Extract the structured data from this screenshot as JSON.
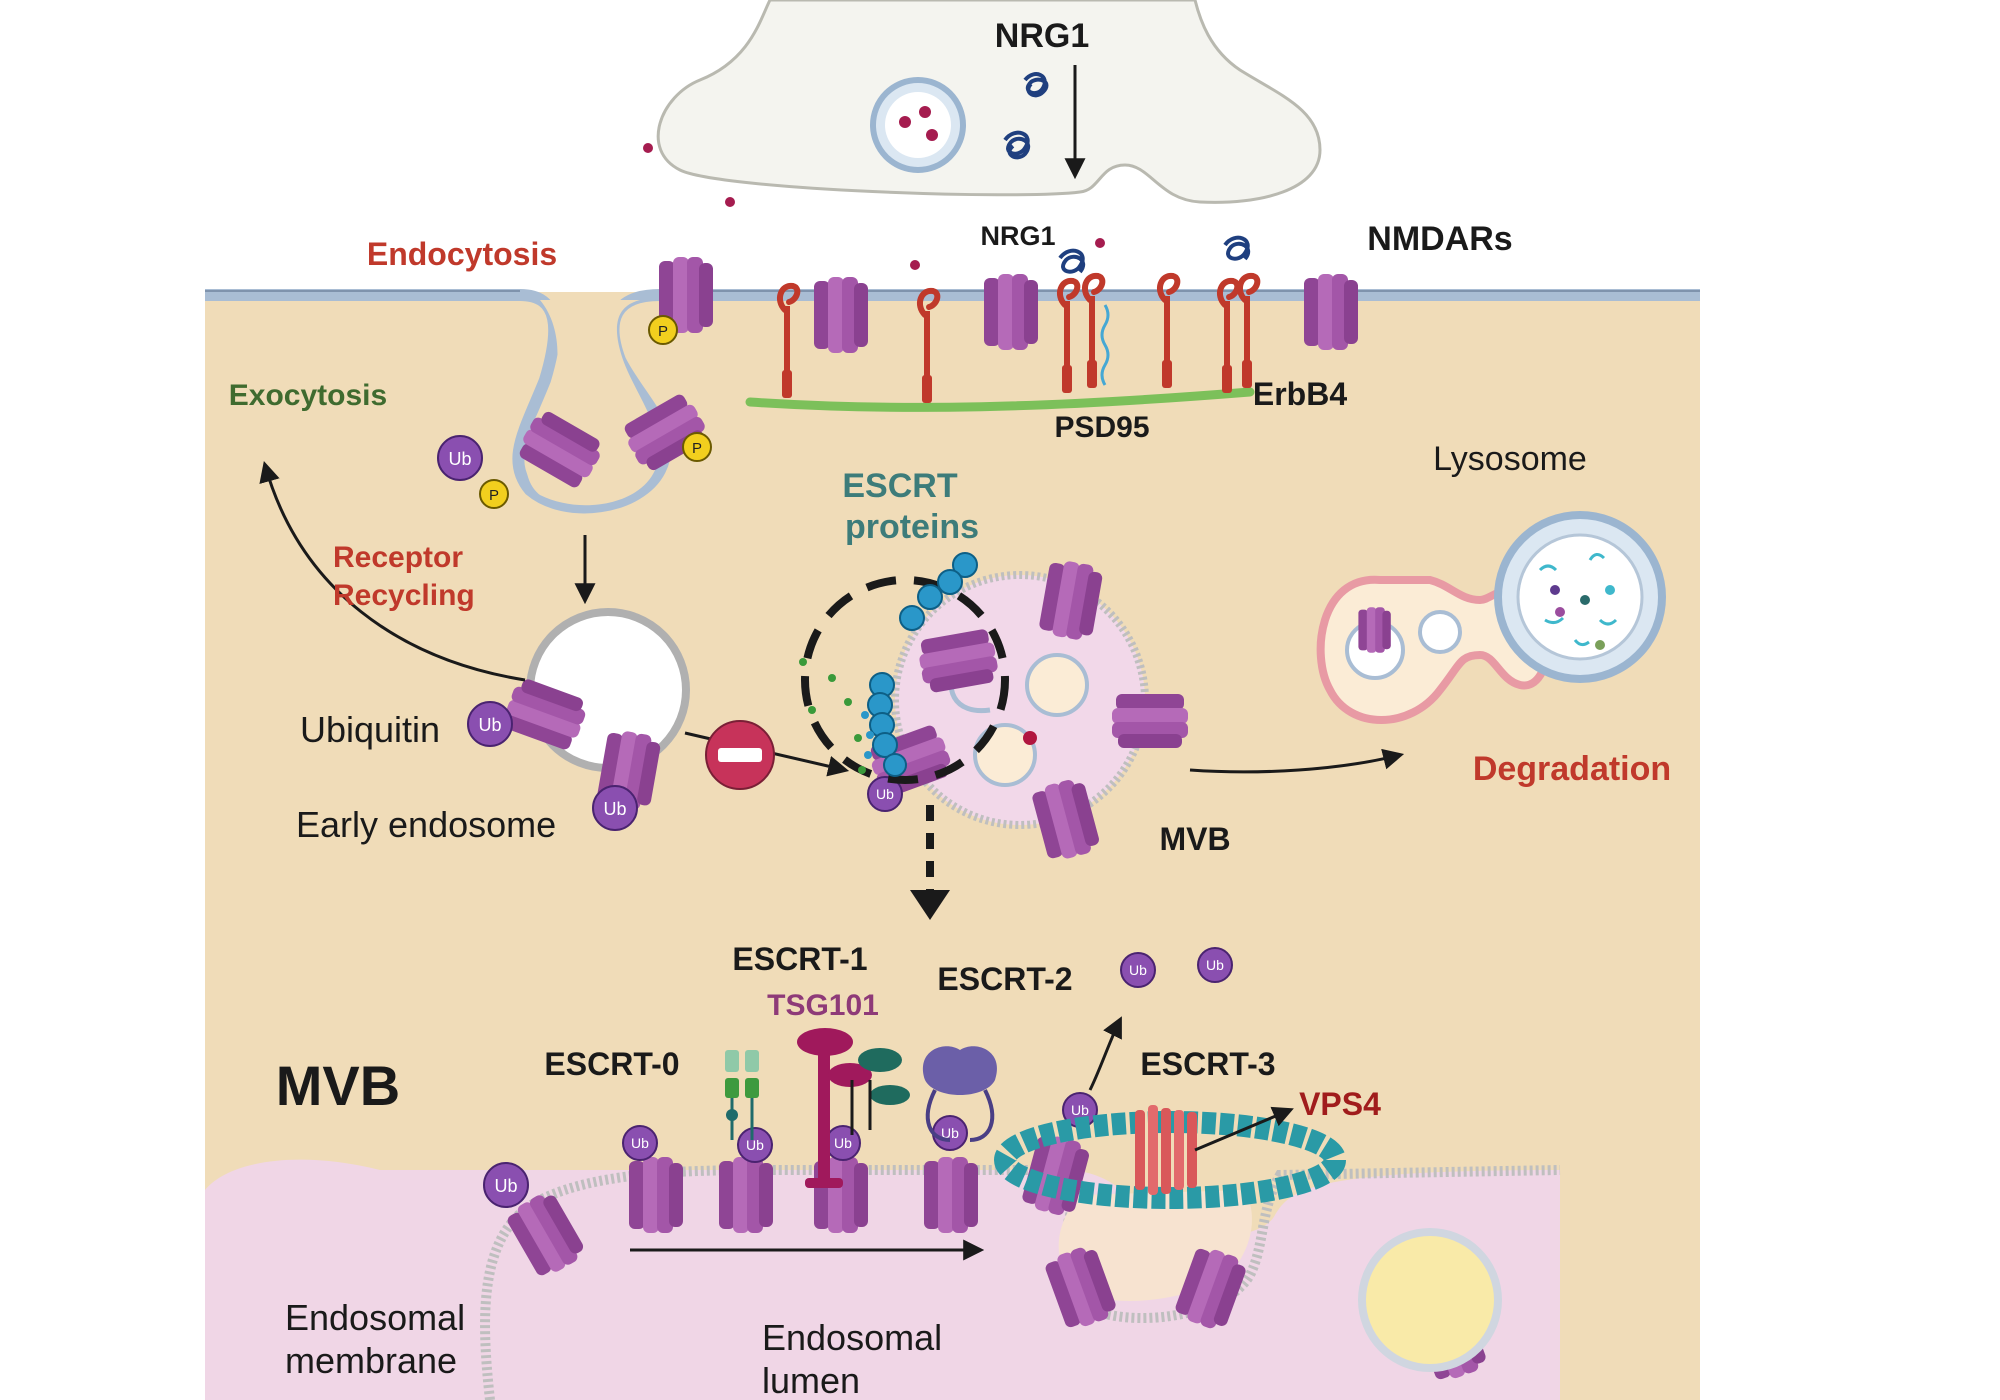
{
  "labels": {
    "nrg1_top": "NRG1",
    "nrg1_mid": "NRG1",
    "nmdars": "NMDARs",
    "endocytosis": "Endocytosis",
    "exocytosis": "Exocytosis",
    "receptor": "Receptor",
    "recycling": "Recycling",
    "ubiquitin": "Ubiquitin",
    "early_endosome": "Early endosome",
    "psd95": "PSD95",
    "erbb4": "ErbB4",
    "escrt_proteins_1": "ESCRT",
    "escrt_proteins_2": "proteins",
    "lysosome": "Lysosome",
    "degradation": "Degradation",
    "mvb_small": "MVB",
    "mvb_big": "MVB",
    "escrt0": "ESCRT-0",
    "escrt1": "ESCRT-1",
    "tsg101": "TSG101",
    "escrt2": "ESCRT-2",
    "escrt3": "ESCRT-3",
    "vps4": "VPS4",
    "endosomal_membrane_1": "Endosomal",
    "endosomal_membrane_2": "membrane",
    "endosomal_lumen_1": "Endosomal",
    "endosomal_lumen_2": "lumen",
    "ub": "Ub",
    "p": "P"
  },
  "colors": {
    "cytoplasm": "#f0dcb8",
    "membrane": "#a9bdd4",
    "receptor": "#9b4d9e",
    "ubiquitin": "#8a4fb0",
    "phosphate": "#f2cf1e",
    "erbb4": "#c0392b",
    "psd95": "#7cc05a",
    "escrt_blue": "#2a97c9",
    "label_red": "#c0392b",
    "label_green": "#3f6b2f",
    "label_teal": "#3d7c7a",
    "label_purple": "#8e3a78",
    "lumen": "#f0d6e6"
  }
}
